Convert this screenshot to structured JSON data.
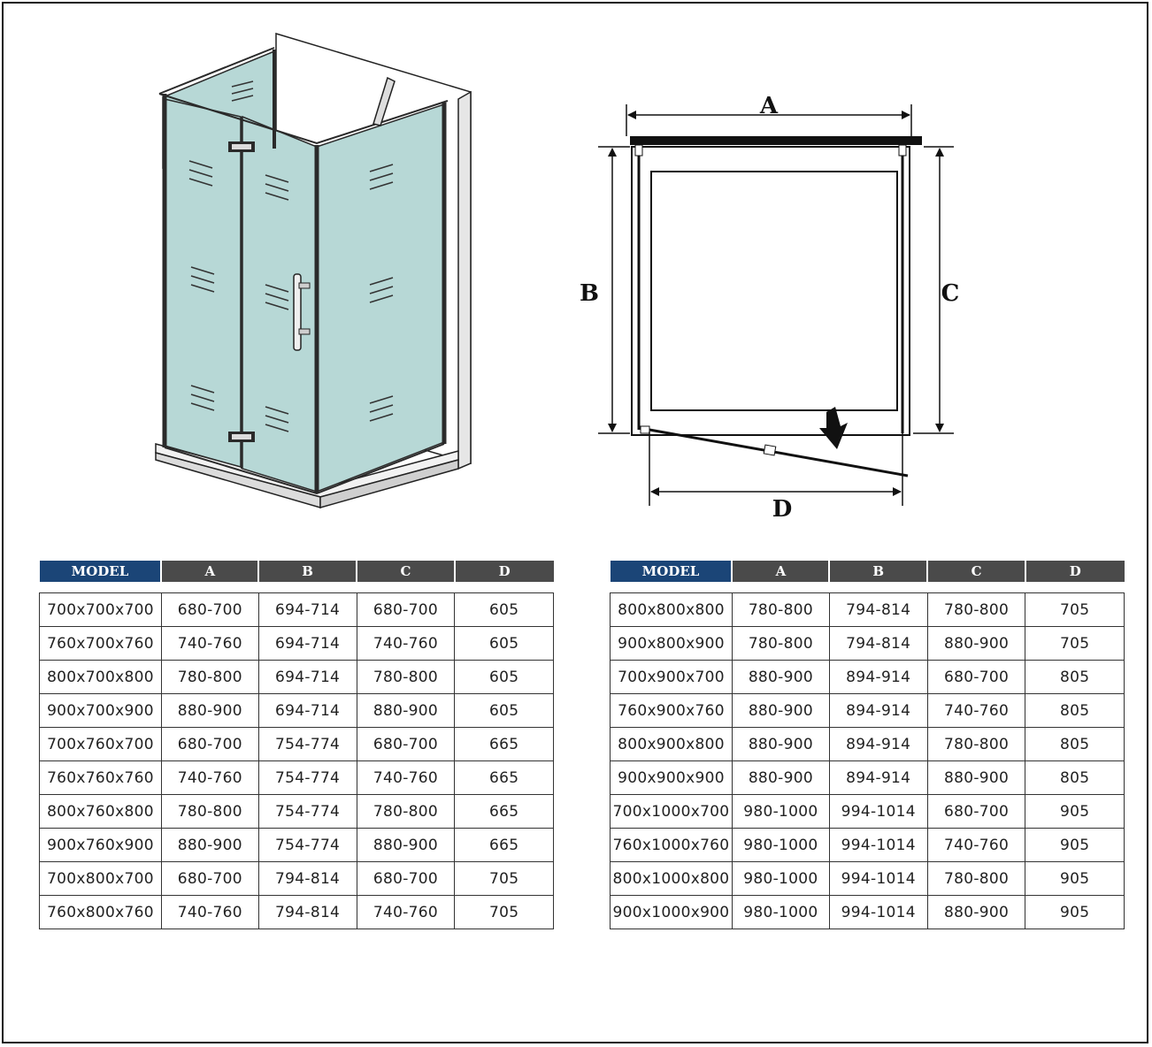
{
  "diagram": {
    "labels": {
      "a": "A",
      "b": "B",
      "c": "C",
      "d": "D"
    },
    "colors": {
      "glass": "#b7d8d6",
      "frame": "#2a2a2a",
      "table_header": "#4a4a4a",
      "model_header": "#1b4577"
    }
  },
  "tables": [
    {
      "headers": [
        "MODEL",
        "A",
        "B",
        "C",
        "D"
      ],
      "rows": [
        [
          "700x700x700",
          "680-700",
          "694-714",
          "680-700",
          "605"
        ],
        [
          "760x700x760",
          "740-760",
          "694-714",
          "740-760",
          "605"
        ],
        [
          "800x700x800",
          "780-800",
          "694-714",
          "780-800",
          "605"
        ],
        [
          "900x700x900",
          "880-900",
          "694-714",
          "880-900",
          "605"
        ],
        [
          "700x760x700",
          "680-700",
          "754-774",
          "680-700",
          "665"
        ],
        [
          "760x760x760",
          "740-760",
          "754-774",
          "740-760",
          "665"
        ],
        [
          "800x760x800",
          "780-800",
          "754-774",
          "780-800",
          "665"
        ],
        [
          "900x760x900",
          "880-900",
          "754-774",
          "880-900",
          "665"
        ],
        [
          "700x800x700",
          "680-700",
          "794-814",
          "680-700",
          "705"
        ],
        [
          "760x800x760",
          "740-760",
          "794-814",
          "740-760",
          "705"
        ]
      ]
    },
    {
      "headers": [
        "MODEL",
        "A",
        "B",
        "C",
        "D"
      ],
      "rows": [
        [
          "800x800x800",
          "780-800",
          "794-814",
          "780-800",
          "705"
        ],
        [
          "900x800x900",
          "780-800",
          "794-814",
          "880-900",
          "705"
        ],
        [
          "700x900x700",
          "880-900",
          "894-914",
          "680-700",
          "805"
        ],
        [
          "760x900x760",
          "880-900",
          "894-914",
          "740-760",
          "805"
        ],
        [
          "800x900x800",
          "880-900",
          "894-914",
          "780-800",
          "805"
        ],
        [
          "900x900x900",
          "880-900",
          "894-914",
          "880-900",
          "805"
        ],
        [
          "700x1000x700",
          "980-1000",
          "994-1014",
          "680-700",
          "905"
        ],
        [
          "760x1000x760",
          "980-1000",
          "994-1014",
          "740-760",
          "905"
        ],
        [
          "800x1000x800",
          "980-1000",
          "994-1014",
          "780-800",
          "905"
        ],
        [
          "900x1000x900",
          "980-1000",
          "994-1014",
          "880-900",
          "905"
        ]
      ]
    }
  ]
}
